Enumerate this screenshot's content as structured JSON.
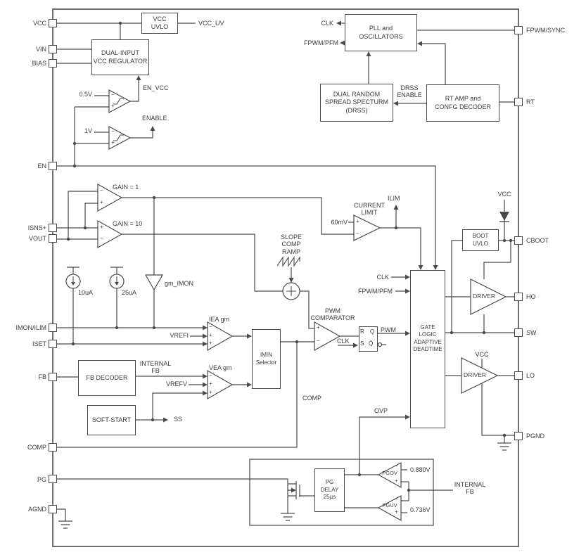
{
  "signs": {
    "plus": "+",
    "minus": "−"
  },
  "pins": {
    "vcc": "VCC",
    "vin": "VIN",
    "bias": "BIAS",
    "en": "EN",
    "isns": "ISNS+",
    "vout": "VOUT",
    "imon_ilim": "IMON/ILIM",
    "iset": "ISET",
    "fb": "FB",
    "comp": "COMP",
    "pg": "PG",
    "agnd": "AGND",
    "fpwm_sync": "FPWM/SYNC",
    "rt": "RT",
    "cboot": "CBOOT",
    "ho": "HO",
    "sw": "SW",
    "lo": "LO",
    "pgnd": "PGND"
  },
  "blocks": {
    "vcc_uvlo": "VCC\nUVLO",
    "regulator": "DUAL-INPUT\nVCC REGULATOR",
    "pll": "PLL and\nOSCILLATORS",
    "drss": "DUAL RANDOM\nSPREAD SPECTURM\n(DRSS)",
    "rt_amp": "RT AMP and\nCONFG DECODER",
    "fb_decoder": "FB DECODER",
    "soft_start": "SOFT-START",
    "imin_selector": "IMIN\nSelector",
    "gate_logic": "GATE\nLOGIC\nADAPTIVE\nDEADTIME",
    "boot_uvlo": "BOOT\nUVLO",
    "pg_delay": "PG\nDELAY\n25µs",
    "driver": "DRIVER"
  },
  "latch": {
    "r": "R",
    "q": "Q",
    "s": "S",
    "qb": "Q̄"
  },
  "labels": {
    "vcc_uv": "VCC_UV",
    "en_vcc": "EN_VCC",
    "enable": "ENABLE",
    "v05": "0.5V",
    "v1": "1V",
    "clk": "CLK",
    "fpwm_pfm": "FPWM/PFM",
    "drss_enable": "DRSS\nENABLE",
    "gain1": "GAIN = 1",
    "gain10": "GAIN = 10",
    "ua10": "10uA",
    "ua25": "25uA",
    "gm_imon": "gm_IMON",
    "slope": "SLOPE\nCOMP\nRAMP",
    "current_limit": "CURRENT\nLIMIT",
    "mv60": "60mV",
    "ilim": "ILIM",
    "vcc": "VCC",
    "iea": "IEA gm",
    "vea": "VEA gm",
    "vrefi": "VREFI",
    "vrefv": "VREFV",
    "internal_fb": "INTERNAL\nFB",
    "pwm_comparator": "PWM\nCOMPARATOR",
    "pwm": "PWM",
    "comp": "COMP",
    "ovp": "OVP",
    "ss": "SS",
    "pgov": "PGOV",
    "pguv": "PGUV",
    "v0880": "0.880V",
    "v0736": "0.736V"
  }
}
